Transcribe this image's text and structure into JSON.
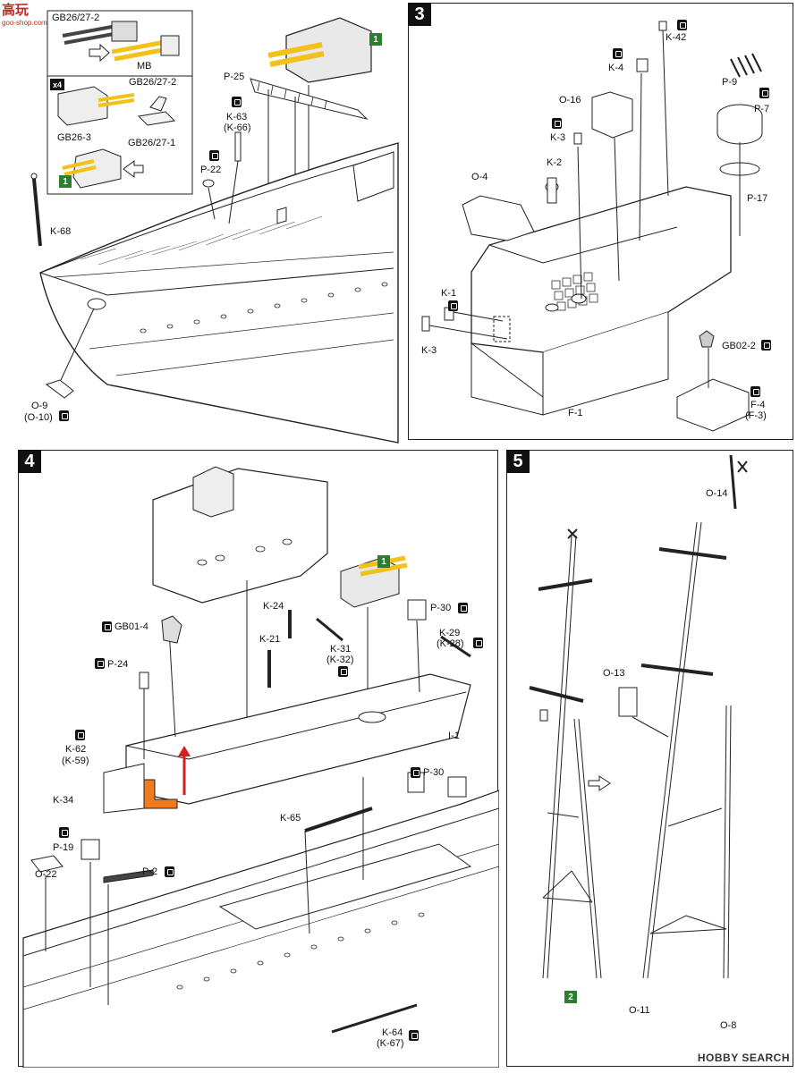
{
  "watermark": {
    "brand": "高玩",
    "site": "goo-shop.com"
  },
  "footer": {
    "text": "HOBBY SEARCH"
  },
  "step3": {
    "number": "3"
  },
  "step4": {
    "number": "4"
  },
  "step5": {
    "number": "5"
  },
  "step2": {
    "inset": {
      "gb26_27_2_top": "GB26/27-2",
      "mb": "MB",
      "gb26_27_2": "GB26/27-2",
      "gb26_3": "GB26-3",
      "gb26_27_1": "GB26/27-1",
      "x4": "x4",
      "badge": "1"
    },
    "badge": "1",
    "labels": {
      "p25": "P-25",
      "k63": "K-63",
      "k66": "(K-66)",
      "p22": "P-22",
      "k68": "K-68",
      "o9": "O-9",
      "o10": "(O-10)"
    }
  },
  "step3_labels": {
    "k42": "K-42",
    "k4": "K-4",
    "p9": "P-9",
    "p7": "P-7",
    "o16": "O-16",
    "k3": "K-3",
    "k2": "K-2",
    "o4": "O-4",
    "p17": "P-17",
    "k1": "K-1",
    "k3b": "K-3",
    "gb02_2": "GB02-2",
    "f1": "F-1",
    "f4": "F-4",
    "f3": "(F-3)"
  },
  "step4_labels": {
    "badge": "1",
    "p30a": "P-30",
    "k24": "K-24",
    "gb01_4": "GB01-4",
    "k21": "K-21",
    "k29": "K-29",
    "k28": "(K-28)",
    "k31": "K-31",
    "k32": "(K-32)",
    "p24": "P-24",
    "i1": "I-1",
    "k62": "K-62",
    "k59": "(K-59)",
    "k34": "K-34",
    "p30b": "P-30",
    "k65": "K-65",
    "p19": "P-19",
    "o22": "O-22",
    "p2": "P-2",
    "k64": "K-64",
    "k67": "(K-67)"
  },
  "step5_labels": {
    "o14": "O-14",
    "o13": "O-13",
    "badge": "2",
    "o11": "O-11",
    "o8": "O-8"
  },
  "colors": {
    "accent_yellow": "#f2c21b",
    "accent_orange": "#f07a1c",
    "arrow_red": "#d21f1f",
    "badge_green": "#2e7d32"
  }
}
